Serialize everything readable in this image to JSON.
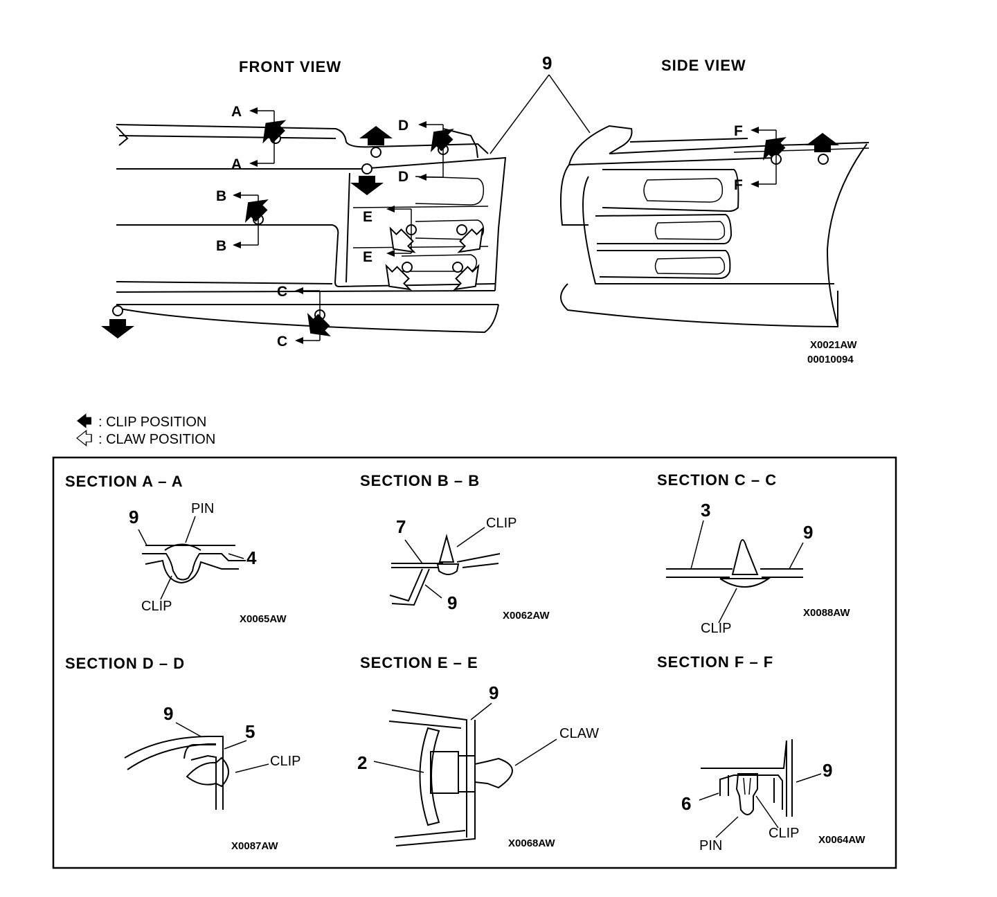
{
  "views": {
    "front_title": "FRONT VIEW",
    "side_title": "SIDE VIEW",
    "part_9": "9",
    "code_1": "X0021AW",
    "code_2": "00010094",
    "markers": {
      "A": "A",
      "B": "B",
      "C": "C",
      "D": "D",
      "E": "E",
      "F": "F"
    }
  },
  "legend": {
    "clip": ": CLIP POSITION",
    "claw": ": CLAW POSITION"
  },
  "sections": {
    "aa": {
      "title": "SECTION A – A",
      "part_a": "9",
      "pin": "PIN",
      "part_b": "4",
      "clip": "CLIP",
      "code": "X0065AW"
    },
    "bb": {
      "title": "SECTION B – B",
      "part_a": "7",
      "clip": "CLIP",
      "part_b": "9",
      "code": "X0062AW"
    },
    "cc": {
      "title": "SECTION C – C",
      "part_a": "3",
      "part_b": "9",
      "clip": "CLIP",
      "code": "X0088AW"
    },
    "dd": {
      "title": "SECTION D – D",
      "part_a": "9",
      "part_b": "5",
      "clip": "CLIP",
      "code": "X0087AW"
    },
    "ee": {
      "title": "SECTION E – E",
      "part_a": "9",
      "part_b": "2",
      "claw": "CLAW",
      "code": "X0068AW"
    },
    "ff": {
      "title": "SECTION F – F",
      "part_a": "9",
      "part_b": "6",
      "pin": "PIN",
      "clip": "CLIP",
      "code": "X0064AW"
    }
  }
}
